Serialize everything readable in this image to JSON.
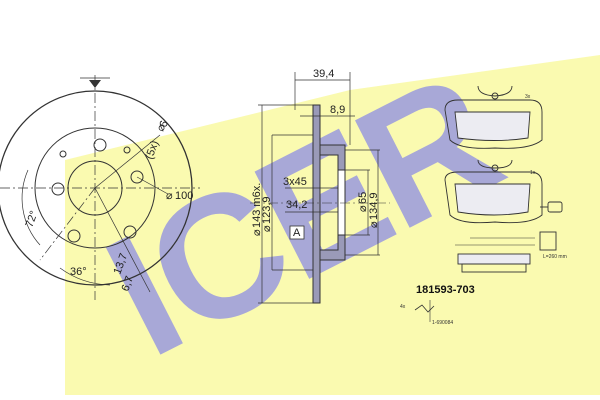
{
  "brand": {
    "text": "ICER",
    "color": "#eeee55"
  },
  "part_number": "181593-703",
  "disc": {
    "bolt_count_label": "(5x)",
    "bolt_hole_dia": "6",
    "angle_72": "72°",
    "angle_36": "36°",
    "pcd": "100",
    "hub_hole_dia": "13,7",
    "hole_6_7": "6,7"
  },
  "profile": {
    "total_height": "39,4",
    "disc_thickness": "8,9",
    "bore_spec": "3x45",
    "hub_dia": "34,2",
    "outer_dia": "143 m6x.",
    "inner_dia": "123,9",
    "hat_inner": "65",
    "hat_outer": "134,9",
    "datum": "A"
  },
  "pads": {
    "qty_upper": "3x",
    "qty_lower": "1x",
    "wear_sensor": "L=260 mm",
    "qty_clip": "4x",
    "clip_part": "1-690084"
  },
  "colors": {
    "line": "#333333",
    "shade": "#9a9ab8",
    "watermark": "#6a6ad0"
  }
}
